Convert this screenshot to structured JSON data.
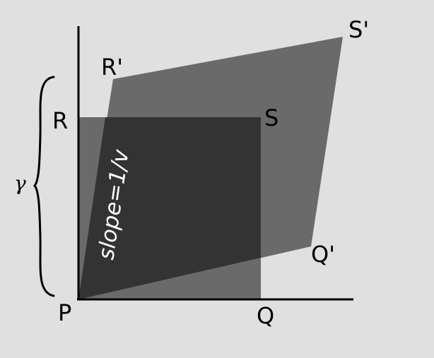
{
  "labels": {
    "P": "P",
    "Q": "Q",
    "R": "R",
    "S": "S",
    "R_prime": "R'",
    "S_prime": "S'",
    "Q_prime": "Q'",
    "gamma": "γ",
    "slope": "slope=1/v"
  },
  "colors": {
    "background": "#e0e0e0",
    "original_square": "#6a6a6a",
    "overlap_region": "#333333",
    "axes": "#000000",
    "slope_text": "#ffffff"
  }
}
